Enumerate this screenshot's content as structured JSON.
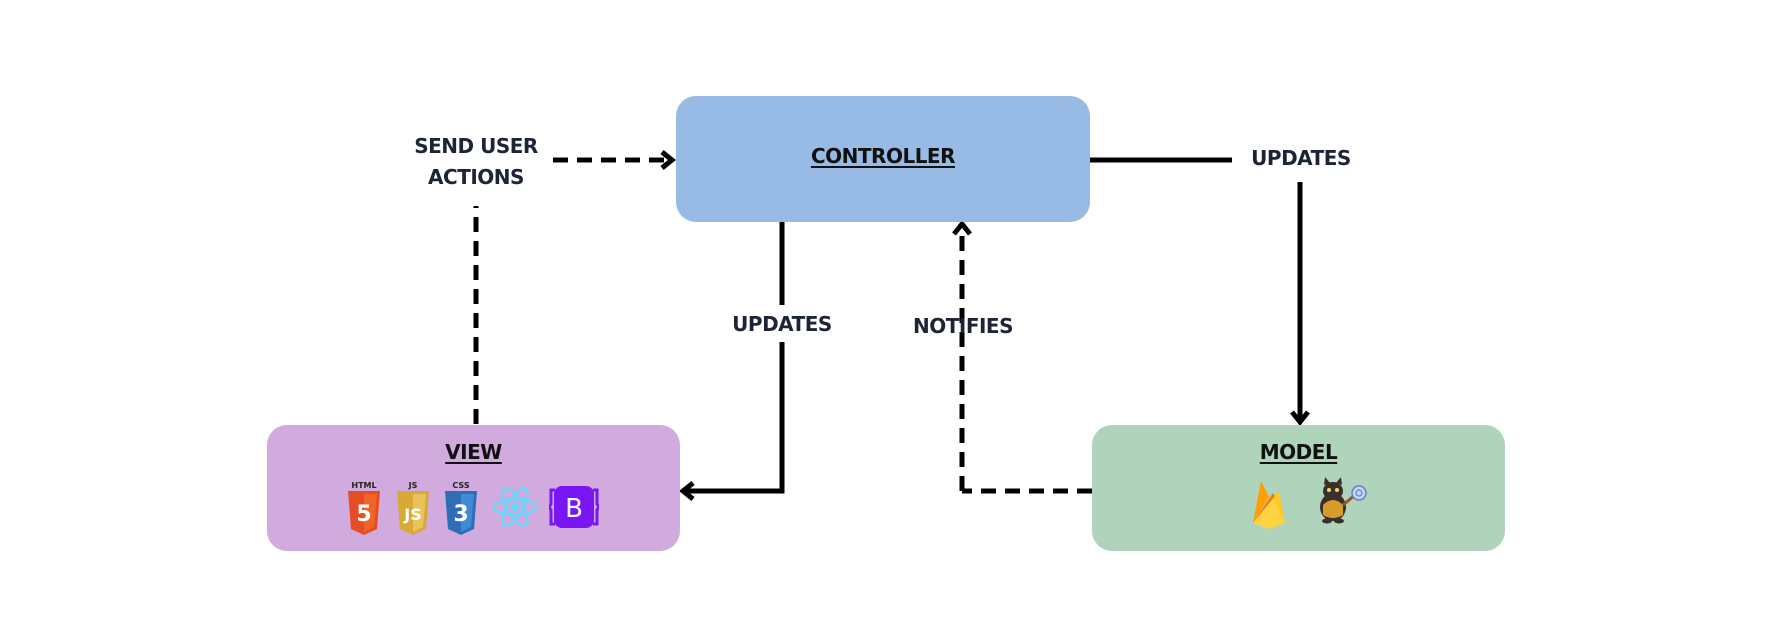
{
  "nodes": {
    "controller": {
      "title": "CONTROLLER",
      "color": "#98bbe5"
    },
    "view": {
      "title": "VIEW",
      "color": "#d1aade",
      "icons": [
        {
          "name": "html5-icon",
          "caption": "HTML",
          "glyph": "5",
          "color": "#e44d26"
        },
        {
          "name": "javascript-icon",
          "caption": "JS",
          "glyph": "JS",
          "color": "#e2b84a"
        },
        {
          "name": "css3-icon",
          "caption": "CSS",
          "glyph": "3",
          "color": "#3a7fc7"
        },
        {
          "name": "react-icon",
          "color": "#61dafb"
        },
        {
          "name": "bootstrap-icon",
          "glyph": "B",
          "color": "#7a16f4"
        }
      ]
    },
    "model": {
      "title": "MODEL",
      "color": "#b0d3bc",
      "icons": [
        {
          "name": "firebase-icon",
          "color": "#ffca28"
        },
        {
          "name": "octokit-cat-icon",
          "color": "#3a2f2a"
        }
      ]
    }
  },
  "edges": {
    "send_user_actions": "SEND USER ACTIONS",
    "controller_updates_model": "UPDATES",
    "controller_updates_view": "UPDATES",
    "model_notifies_controller": "NOTIFIES"
  }
}
